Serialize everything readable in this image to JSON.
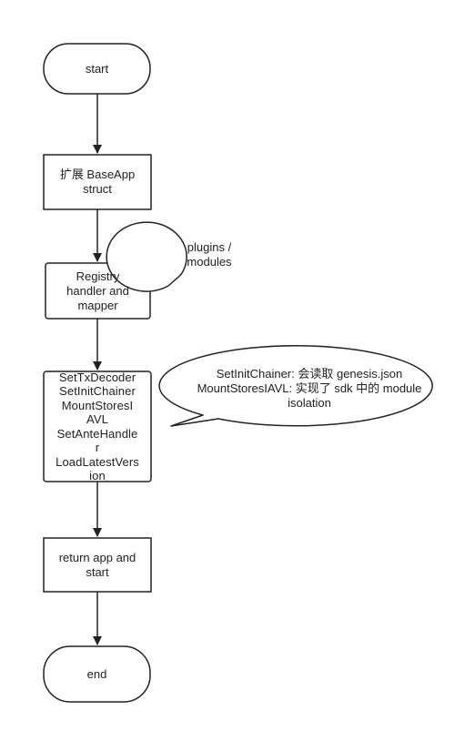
{
  "nodes": {
    "start": {
      "lines": [
        "start"
      ]
    },
    "extend": {
      "lines": [
        "扩展 BaseApp",
        "struct"
      ]
    },
    "registry": {
      "lines": [
        "Registry",
        "handler and",
        "mapper"
      ]
    },
    "setup": {
      "lines": [
        "SetTxDecoder",
        "SetInitChainer",
        "MountStoresI",
        "AVL",
        "SetAnteHandle",
        "r",
        "LoadLatestVers",
        "ion"
      ]
    },
    "return": {
      "lines": [
        "return app and",
        "start"
      ]
    },
    "end": {
      "lines": [
        "end"
      ]
    }
  },
  "callouts": {
    "plugins": {
      "lines": [
        "plugins /",
        "modules"
      ]
    },
    "notes": {
      "lines": [
        "SetInitChainer: 会读取 genesis.json",
        "MountStoresIAVL: 实现了 sdk 中的 module",
        "isolation"
      ]
    }
  },
  "colors": {
    "stroke": "#222222",
    "fill": "#ffffff",
    "text": "#222222"
  }
}
